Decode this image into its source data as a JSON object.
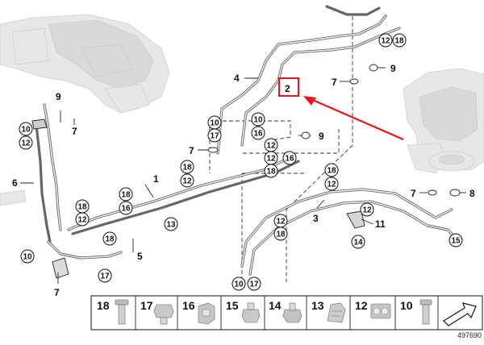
{
  "diagram": {
    "callouts": [
      "1",
      "2",
      "3",
      "4",
      "5",
      "6",
      "7",
      "8",
      "9",
      "10",
      "11",
      "12",
      "13",
      "14",
      "15",
      "16",
      "17",
      "18"
    ],
    "legend": {
      "items": [
        {
          "number": "18",
          "icon": "bolt-icon"
        },
        {
          "number": "17",
          "icon": "nut-icon"
        },
        {
          "number": "16",
          "icon": "clip-icon"
        },
        {
          "number": "15",
          "icon": "nut-icon"
        },
        {
          "number": "14",
          "icon": "nut-icon"
        },
        {
          "number": "13",
          "icon": "clip-icon"
        },
        {
          "number": "12",
          "icon": "clip-icon"
        },
        {
          "number": "10",
          "icon": "bolt-icon"
        }
      ],
      "arrow_icon": "arrow-icon"
    },
    "diagram_number": "497690",
    "highlight_color": "#e8141b"
  }
}
